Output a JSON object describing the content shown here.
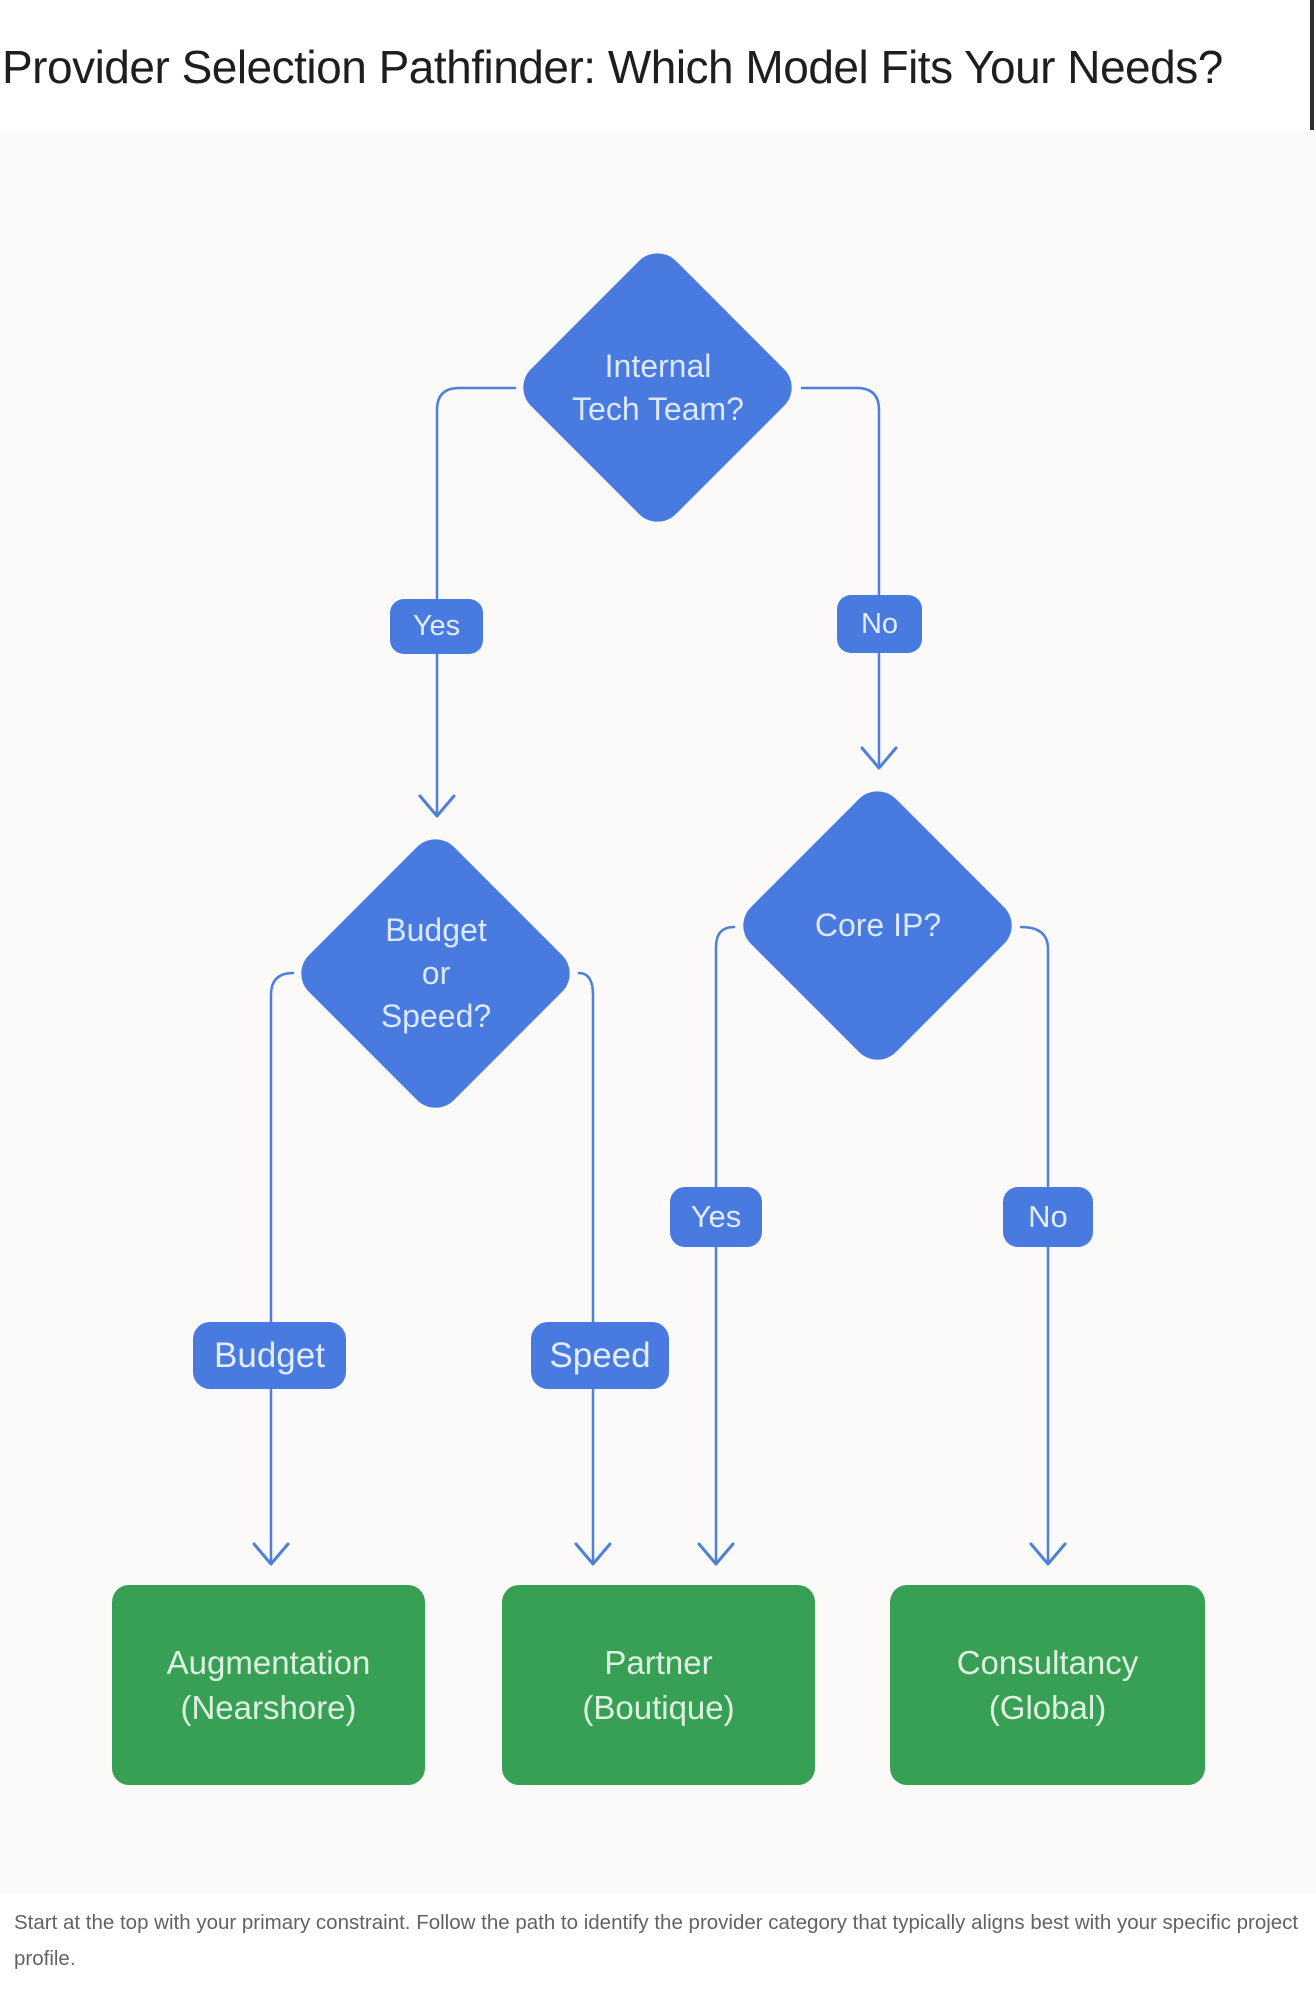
{
  "title": "Provider Selection Pathfinder: Which Model Fits Your Needs?",
  "caption": "Start at the top with your primary constraint. Follow the path to identify the provider category that typically aligns best with your specific project profile.",
  "flowchart": {
    "decisions": {
      "internal_tech_team": {
        "lines": [
          "Internal",
          "Tech Team?"
        ]
      },
      "budget_or_speed": {
        "lines": [
          "Budget",
          "or",
          "Speed?"
        ]
      },
      "core_ip": {
        "lines": [
          "Core IP?"
        ]
      }
    },
    "edge_labels": {
      "team_yes": "Yes",
      "team_no": "No",
      "budget": "Budget",
      "speed": "Speed",
      "ip_yes": "Yes",
      "ip_no": "No"
    },
    "results": {
      "augmentation": {
        "lines": [
          "Augmentation",
          "(Nearshore)"
        ]
      },
      "partner": {
        "lines": [
          "Partner",
          "(Boutique)"
        ]
      },
      "consultancy": {
        "lines": [
          "Consultancy",
          "(Global)"
        ]
      }
    }
  },
  "colors": {
    "decision_blue": "#487ae0",
    "connector_blue": "#4e7fd9",
    "result_green": "#37a055",
    "canvas_bg": "#fbfaf8",
    "title_text": "#1d1e20",
    "caption_text": "#5f6368"
  }
}
